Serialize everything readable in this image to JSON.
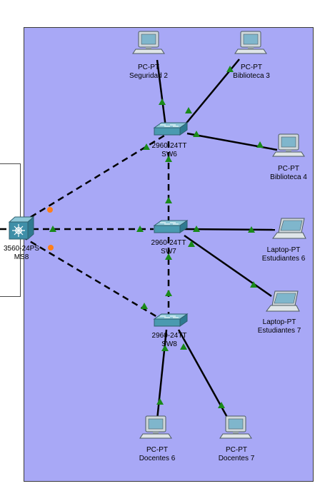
{
  "devices": {
    "pc_seguridad2": {
      "type": "PC-PT",
      "name": "Seguridad 2"
    },
    "pc_biblioteca3": {
      "type": "PC-PT",
      "name": "Biblioteca 3"
    },
    "pc_biblioteca4": {
      "type": "PC-PT",
      "name": "Biblioteca 4"
    },
    "sw6": {
      "type": "2960-24TT",
      "name": "SW6"
    },
    "sw7": {
      "type": "2960-24TT",
      "name": "SW7"
    },
    "sw8": {
      "type": "2960-24TT",
      "name": "SW8"
    },
    "ms8": {
      "type": "3560-24PS",
      "name": "MS8"
    },
    "laptop_est6": {
      "type": "Laptop-PT",
      "name": "Estudiantes 6"
    },
    "laptop_est7": {
      "type": "Laptop-PT",
      "name": "Estudiantes 7"
    },
    "pc_docentes6": {
      "type": "PC-PT",
      "name": "Docentes 6"
    },
    "pc_docentes7": {
      "type": "PC-PT",
      "name": "Docentes 7"
    }
  },
  "colors": {
    "area_bg": "#a8a8f6",
    "link_up": "#1a8a1a",
    "link_blocked": "#ff7f1a",
    "switch_body": "#4a9ab0"
  }
}
